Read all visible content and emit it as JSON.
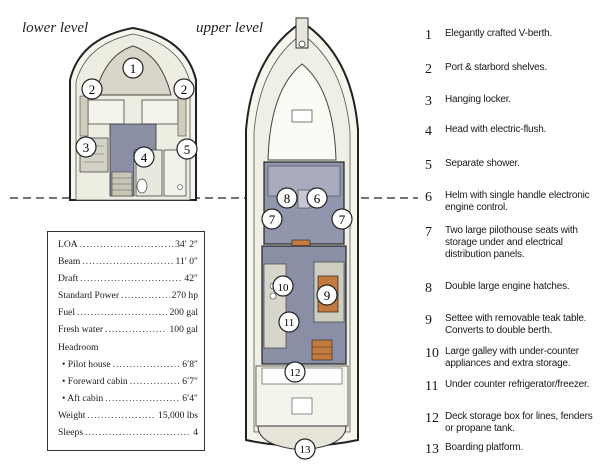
{
  "labels": {
    "lower": "lower level",
    "upper": "upper level"
  },
  "callouts": {
    "lower": [
      "1",
      "2",
      "2",
      "3",
      "4",
      "5"
    ],
    "upper": [
      "8",
      "6",
      "7",
      "7",
      "10",
      "9",
      "11",
      "12",
      "13"
    ]
  },
  "specs": [
    {
      "label": "LOA",
      "value": "34′ 2″"
    },
    {
      "label": "Beam",
      "value": "11′ 0″"
    },
    {
      "label": "Draft",
      "value": "42″"
    },
    {
      "label": "Standard Power",
      "value": "270 hp"
    },
    {
      "label": "Fuel",
      "value": "200 gal"
    },
    {
      "label": "Fresh water",
      "value": "100 gal"
    }
  ],
  "headroom": {
    "heading": "Headroom",
    "items": [
      {
        "label": "• Pilot house",
        "value": "6′8″"
      },
      {
        "label": "• Foreward cabin",
        "value": "6′7″"
      },
      {
        "label": "• Aft cabin",
        "value": "6′4″"
      }
    ]
  },
  "specs_tail": [
    {
      "label": "Weight",
      "value": "15,000 lbs"
    },
    {
      "label": "Sleeps",
      "value": "4"
    }
  ],
  "legend": [
    {
      "num": "1",
      "text": "Elegantly crafted V-berth."
    },
    {
      "num": "2",
      "text": "Port & starbord shelves."
    },
    {
      "num": "3",
      "text": "Hanging locker."
    },
    {
      "num": "4",
      "text": "Head with electric-flush."
    },
    {
      "num": "5",
      "text": "Separate shower."
    },
    {
      "num": "6",
      "text": "Helm with single handle electronic engine control."
    },
    {
      "num": "7",
      "text": "Two large pilothouse seats with storage under and electrical distribution panels."
    },
    {
      "num": "8",
      "text": "Double large engine hatches."
    },
    {
      "num": "9",
      "text": "Settee with removable teak table. Converts to double berth."
    },
    {
      "num": "10",
      "text": "Large galley with under-counter appliances and extra storage."
    },
    {
      "num": "11",
      "text": "Under counter refrigerator/freezer."
    },
    {
      "num": "12",
      "text": "Deck storage box for lines, fenders or  propane tank."
    },
    {
      "num": "13",
      "text": "Boarding platform."
    }
  ]
}
